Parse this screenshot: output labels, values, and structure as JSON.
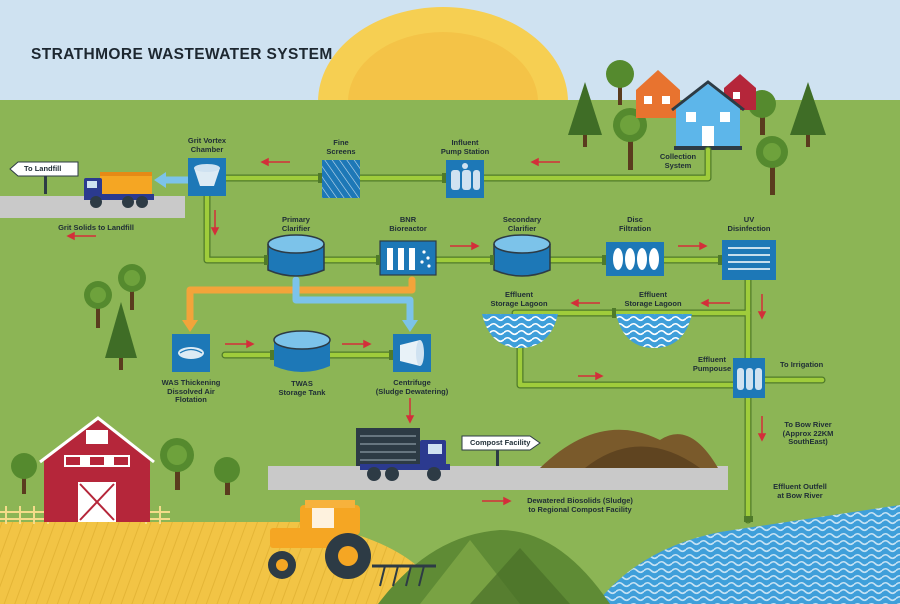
{
  "title": "STRATHMORE WASTEWATER SYSTEM",
  "signs": {
    "landfill": "To Landfill",
    "compost": "Compost Facility"
  },
  "labels": {
    "grit_vortex": "Grit Vortex\nChamber",
    "fine_screens": "Fine\nScreens",
    "influent_pump": "Influent\nPump Station",
    "collection": "Collection\nSystem",
    "grit_solids": "Grit Solids to Landfill",
    "primary_clarifier": "Primary\nClarifier",
    "bnr": "BNR\nBioreactor",
    "secondary_clarifier": "Secondary\nClarifier",
    "disc_filtration": "Disc\nFiltration",
    "uv": "UV\nDisinfection",
    "lagoon_left": "Effluent\nStorage Lagoon",
    "lagoon_right": "Effluent\nStorage Lagoon",
    "was": "WAS Thickening\nDissolved Air\nFlotation",
    "twas": "TWAS\nStorage Tank",
    "centrifuge": "Centrifuge\n(Sludge Dewatering)",
    "effluent_pump": "Effluent\nPumpouse",
    "irrigation": "To Irrigation",
    "bow_river": "To Bow River\n(Approx 22KM\nSouthEast)",
    "outfall": "Effluent Outfell\nat Bow River",
    "biosolids": "Dewatered Biosolids (Sludge)\nto Regional Compost Facility"
  },
  "colors": {
    "sky": "#cfe2f1",
    "grass": "#8cb555",
    "pipe": "#9fcc3b",
    "pipe_edge": "#4f7a2a",
    "sludge_pipe": "#f3a43a",
    "air_pipe": "#7cc3ea",
    "unit_blue": "#1d78b7",
    "arrow_red": "#d32f3a",
    "barn": "#b5263a",
    "sun": "#f6cf52",
    "river": "#3f9fda"
  }
}
